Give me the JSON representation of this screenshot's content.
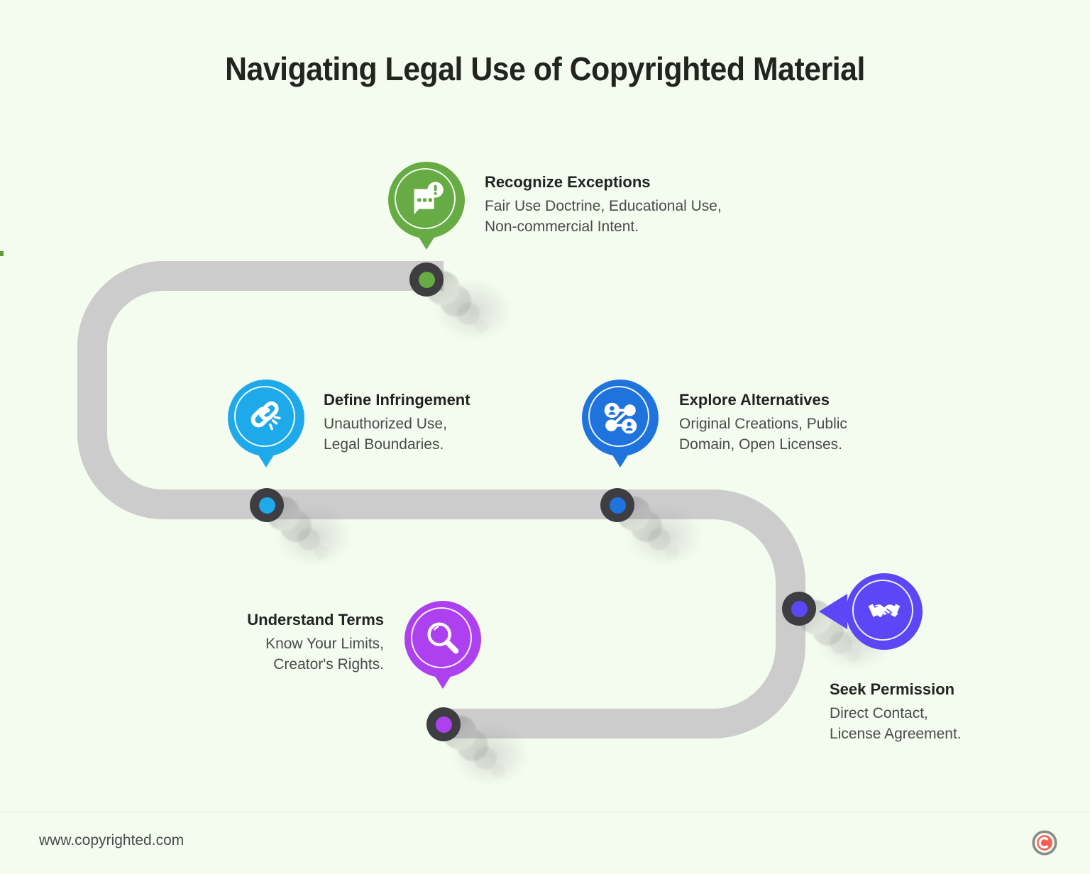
{
  "page": {
    "title": "Navigating Legal Use of Copyrighted Material",
    "background_color": "#f4fbef",
    "path_color": "#cccccc"
  },
  "steps": [
    {
      "id": "recognize-exceptions",
      "title": "Recognize Exceptions",
      "desc_line1": "Fair Use Doctrine, Educational Use,",
      "desc_line2": "Non-commercial Intent.",
      "color": "#66ab43",
      "icon": "document-alert-icon",
      "align": "left"
    },
    {
      "id": "define-infringement",
      "title": "Define Infringement",
      "desc_line1": "Unauthorized Use,",
      "desc_line2": "Legal Boundaries.",
      "color": "#1eaaea",
      "icon": "broken-link-icon",
      "align": "left"
    },
    {
      "id": "explore-alternatives",
      "title": "Explore Alternatives",
      "desc_line1": "Original Creations, Public",
      "desc_line2": "Domain, Open Licenses.",
      "color": "#1f73dc",
      "icon": "network-people-icon",
      "align": "left"
    },
    {
      "id": "understand-terms",
      "title": "Understand Terms",
      "desc_line1": "Know Your Limits,",
      "desc_line2": "Creator's Rights.",
      "color": "#ad41f0",
      "icon": "magnifier-icon",
      "align": "right"
    },
    {
      "id": "seek-permission",
      "title": "Seek Permission",
      "desc_line1": "Direct Contact,",
      "desc_line2": "License Agreement.",
      "color": "#5b47f5",
      "icon": "handshake-icon",
      "align": "left"
    }
  ],
  "footer": {
    "url": "www.copyrighted.com",
    "logo": "copyright-logo-icon",
    "logo_ring_color": "#8a8a8a",
    "logo_inner_color": "#f4604f"
  }
}
